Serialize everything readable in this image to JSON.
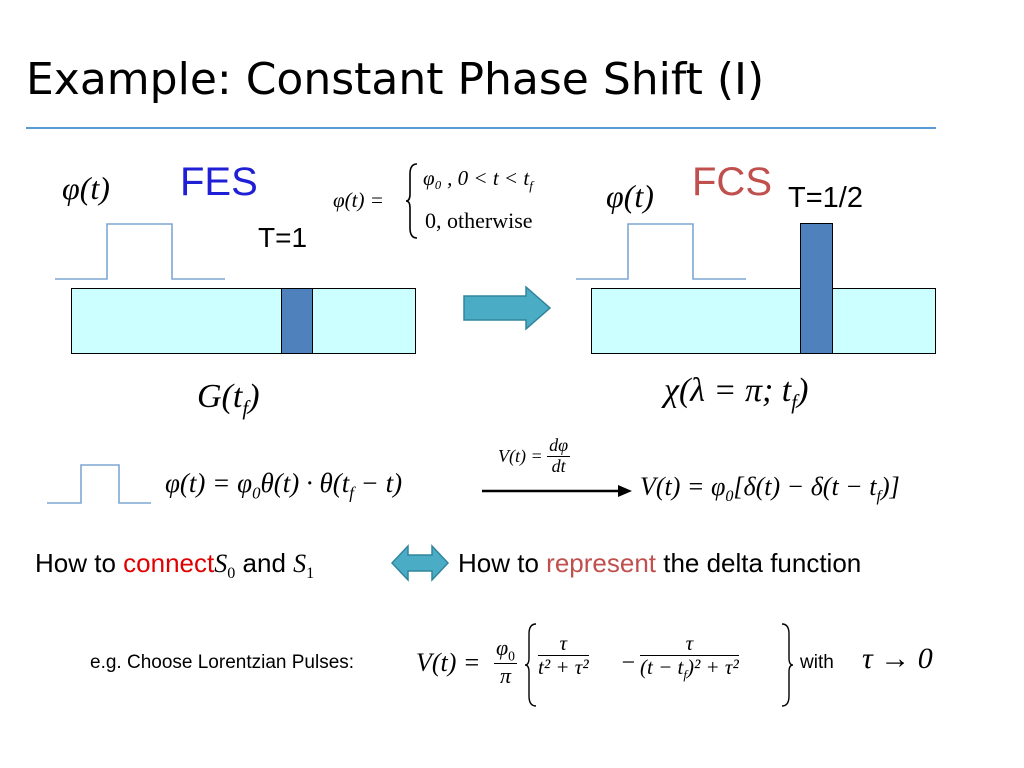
{
  "slide": {
    "title": "Example: Constant Phase Shift (I)"
  },
  "left_panel": {
    "phi_label": "φ(t)",
    "fes_label": "FES",
    "t_label": "T=1",
    "phi_def_lhs": "φ(t) =",
    "phi_def_case1": "φ₀ , 0 < t < t",
    "phi_def_case1_sub": "f",
    "phi_def_case2": "0, otherwise",
    "g_label": "G(t",
    "g_sub": "f",
    "g_close": ")"
  },
  "right_panel": {
    "phi_label": "φ(t)",
    "fcs_label": "FCS",
    "t_label": "T=1/2",
    "chi_label": "χ(λ = π; t",
    "chi_sub": "f",
    "chi_close": ")"
  },
  "middle_row": {
    "phi_eq_lhs": "φ(t) = φ",
    "phi_eq_sub0": "0",
    "phi_eq_rest": "θ(t) · θ(t",
    "phi_eq_subf": "f",
    "phi_eq_tail": " − t)",
    "arrow_over_lhs": "V(t) =",
    "arrow_over_num": "dφ",
    "arrow_over_den": "dt",
    "v_eq_lhs": "V(t) = φ",
    "v_eq_sub0": "0",
    "v_eq_rest": "[δ(t) − δ(t − t",
    "v_eq_subf": "f",
    "v_eq_tail": ")]"
  },
  "connect_row": {
    "how_to_1": "How to ",
    "connect_word": "connect",
    "s0": "S",
    "s0_sub": "0",
    "and_word": " and ",
    "s1": "S",
    "s1_sub": "1",
    "how_to_2": "How to ",
    "represent_word": "represent",
    "tail": " the delta function"
  },
  "bottom_row": {
    "intro": "e.g. Choose Lorentzian Pulses:",
    "v_lhs": "V(t) =",
    "pre_num": "φ",
    "pre_num_sub": "0",
    "pre_den": "π",
    "term1_num": "τ",
    "term1_den": "t² + τ²",
    "minus": "−",
    "term2_num": "τ",
    "term2_den_a": "(t − t",
    "term2_den_sub": "f",
    "term2_den_b": ")² + τ²",
    "with_word": "with",
    "limit": "τ → 0"
  },
  "colors": {
    "accent_rule": "#5b9bd5",
    "fes": "#1f1fd6",
    "fcs": "#c0504d",
    "box_fill": "#ccffff",
    "bar_fill": "#4f81bd",
    "arrow_fill": "#4bacc6",
    "pulse_line": "#7fa7d3",
    "connect_red": "#e00000",
    "represent_red": "#c0504d"
  }
}
